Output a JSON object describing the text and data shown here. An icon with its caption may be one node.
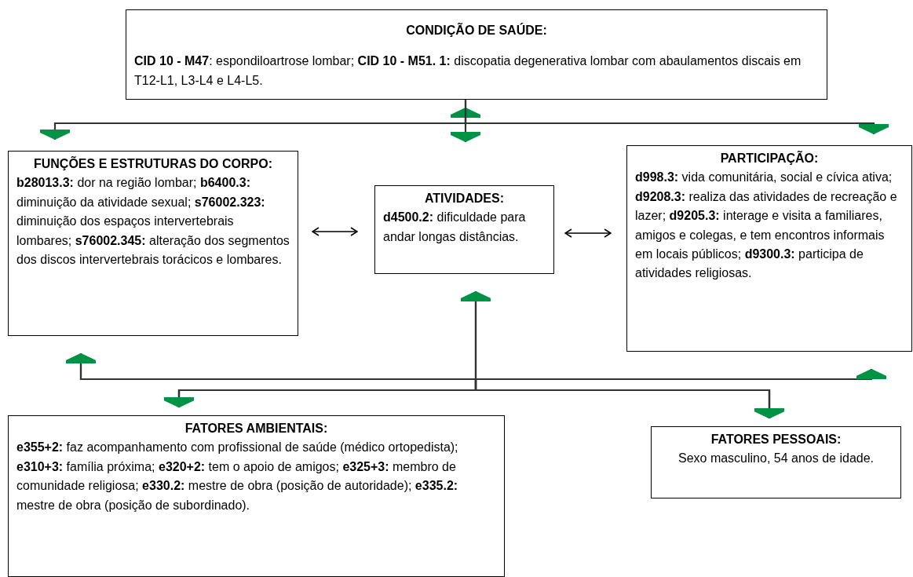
{
  "diagram": {
    "nodes": [
      {
        "text": [
          "CONDIÇÃO DE SAÚDE:",
          "**CID 10 - M47**: espondiloartrose lombar; **CID 10 - M51. 1:** discopatia degenerativa lombar com abaulamentos discais em T12-L1, L3-L4 e L4-L5."
        ]
      },
      {
        "text": [
          "FUNÇÕES E ESTRUTURAS DO CORPO:",
          "**b28013.3:** dor na região lombar; **b6400.3:** diminuição da atividade sexual; **s76002.323:** diminuição dos espaços intervertebrais lombares; **s76002.345:** alteração dos segmentos dos discos intervertebrais torácicos e lombares."
        ]
      },
      {
        "text": [
          "ATIVIDADES:",
          "**d4500.2:** dificuldade para andar longas distâncias."
        ]
      },
      {
        "text": [
          "PARTICIPAÇÃO:",
          "**d998.3:** vida comunitária, social e cívica ativa; **d9208.3:** realiza das atividades de recreação e lazer; **d9205.3:** interage e visita a familiares, amigos e colegas, e tem encontros informais em locais públicos; **d9300.3:** participa de atividades religiosas."
        ]
      },
      {
        "text": [
          "FATORES AMBIENTAIS:",
          "**e355+2:** faz acompanhamento com profissional de saúde (médico ortopedista); **e310+3:** família próxima; **e320+2:** tem o apoio de amigos; **e325+3:** membro de comunidade religiosa; **e330.2:** mestre de obra (posição de autoridade); **e335.2:** mestre de obra (posição de subordinado)."
        ]
      },
      {
        "text": [
          "FATORES PESSOAIS:",
          "Sexo masculino, 54 anos de idade."
        ]
      }
    ],
    "edges": [
      {
        "from": 0,
        "to": 1,
        "arrow": "to"
      },
      {
        "from": 0,
        "to": 2,
        "arrow": "both"
      },
      {
        "from": 0,
        "to": 3,
        "arrow": "to"
      },
      {
        "from": 1,
        "to": 2,
        "arrow": "both"
      },
      {
        "from": 2,
        "to": 3,
        "arrow": "both"
      },
      {
        "from": 1,
        "to": 4,
        "arrow": "both"
      },
      {
        "from": 1,
        "to": 5,
        "arrow": "both"
      },
      {
        "from": 2,
        "to": 4,
        "arrow": "both"
      },
      {
        "from": 2,
        "to": 5,
        "arrow": "both"
      },
      {
        "from": 3,
        "to": 4,
        "arrow": "both"
      },
      {
        "from": 3,
        "to": 5,
        "arrow": "both"
      }
    ]
  }
}
